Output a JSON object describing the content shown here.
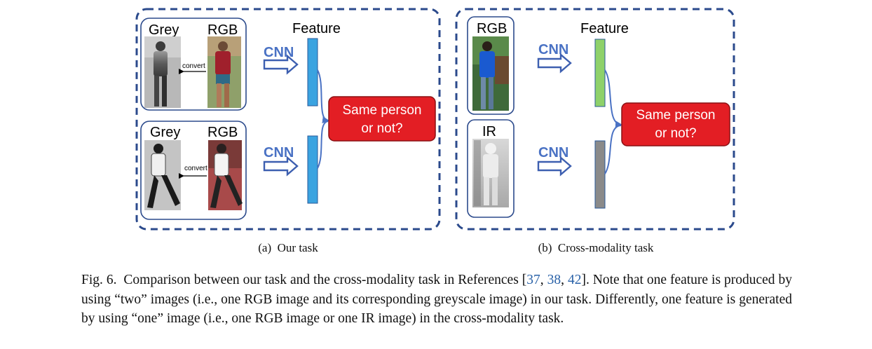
{
  "figure": {
    "panel_a": {
      "caption": "(a)  Our task",
      "rows": [
        {
          "left_label": "Grey",
          "right_label": "RGB",
          "arrow_label": "convert"
        },
        {
          "left_label": "Grey",
          "right_label": "RGB",
          "arrow_label": "convert"
        }
      ],
      "cnn_label": "CNN",
      "feature_label": "Feature",
      "decision_line1": "Same person",
      "decision_line2": "or not?"
    },
    "panel_b": {
      "caption": "(b)  Cross-modality task",
      "top_label": "RGB",
      "bottom_label": "IR",
      "cnn_label": "CNN",
      "feature_label": "Feature",
      "decision_line1": "Same person",
      "decision_line2": "or not?"
    }
  },
  "caption": {
    "prefix": "Fig. 6.",
    "text1": "Comparison between our task and the cross-modality task in References [",
    "refs": [
      "37",
      "38",
      "42"
    ],
    "text2": "]. Note that one feature is produced by using “two” images (i.e., one RGB image and its corresponding greyscale image) in our task. Differently, one feature is generated by using “one” image (i.e., one RGB image or one IR image) in the cross-modality task."
  },
  "colors": {
    "dash_border": "#2b4a8c",
    "feature_blue": "#3aa3e0",
    "feature_green": "#8ed16a",
    "feature_grey": "#8a8a8a",
    "cnn_blue": "#4a72c4",
    "decision_red": "#e31e24"
  }
}
